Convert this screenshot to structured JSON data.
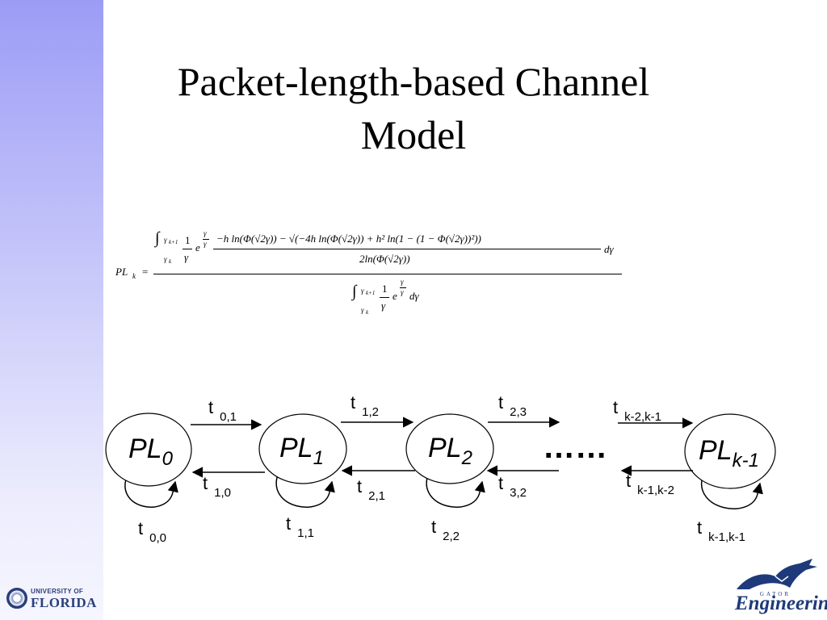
{
  "slide": {
    "title_line_1": "Packet-length-based Channel",
    "title_line_2": "Model"
  },
  "equation": {
    "lhs": "PL",
    "lhs_sub": "k",
    "equals": "=",
    "integral": "∫",
    "upper_limit": "γ",
    "upper_limit_sub": "k+1",
    "lower_limit": "γ",
    "lower_limit_sub": "k",
    "frac_num": "1",
    "frac_den": "γ",
    "exp_base": "e",
    "exp_num": "γ",
    "exp_den": "γ",
    "inner_numerator": "−h ln(Φ(√2γ)) − √(−4h ln(Φ(√2γ)) + h² ln(1 − (1 − Φ(√2γ))²))",
    "inner_denominator": "2ln(Φ(√2γ))",
    "dgamma": "dγ"
  },
  "diagram": {
    "states": [
      {
        "main": "PL",
        "sub": "0"
      },
      {
        "main": "PL",
        "sub": "1"
      },
      {
        "main": "PL",
        "sub": "2"
      },
      {
        "main": "PL",
        "sub": "k-1"
      }
    ],
    "ellipsis": "……",
    "forward": [
      {
        "t": "t",
        "sub": "0,1"
      },
      {
        "t": "t",
        "sub": "1,2"
      },
      {
        "t": "t",
        "sub": "2,3"
      },
      {
        "t": "t",
        "sub": "k-2,k-1"
      }
    ],
    "backward": [
      {
        "t": "t",
        "sub": "1,0"
      },
      {
        "t": "t",
        "sub": "2,1"
      },
      {
        "t": "t",
        "sub": "3,2"
      },
      {
        "t": "t",
        "sub": "k-1,k-2"
      }
    ],
    "self_loops": [
      {
        "t": "t",
        "sub": "0,0"
      },
      {
        "t": "t",
        "sub": "1,1"
      },
      {
        "t": "t",
        "sub": "2,2"
      },
      {
        "t": "t",
        "sub": "k-1,k-1"
      }
    ]
  },
  "logos": {
    "uf_small": "UNIVERSITY OF",
    "uf_big": "FLORIDA",
    "gator_word": "Engineering",
    "gator_arc": "GATOR"
  },
  "colors": {
    "side_band_top": "#9c9cf6",
    "side_band_bottom": "#f6f6ff",
    "logo_blue": "#2a3f7a"
  }
}
